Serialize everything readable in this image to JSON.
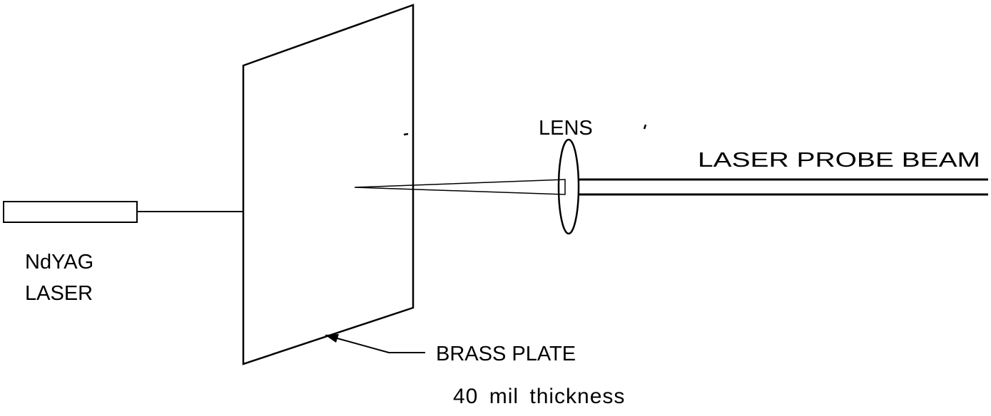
{
  "labels": {
    "laser_line1": "NdYAG",
    "laser_line2": "LASER",
    "lens": "LENS",
    "probe_beam": "LASER PROBE BEAM",
    "plate": "BRASS PLATE",
    "thickness": "40 mil thickness"
  },
  "colors": {
    "ink": "#000000",
    "background": "#ffffff"
  }
}
